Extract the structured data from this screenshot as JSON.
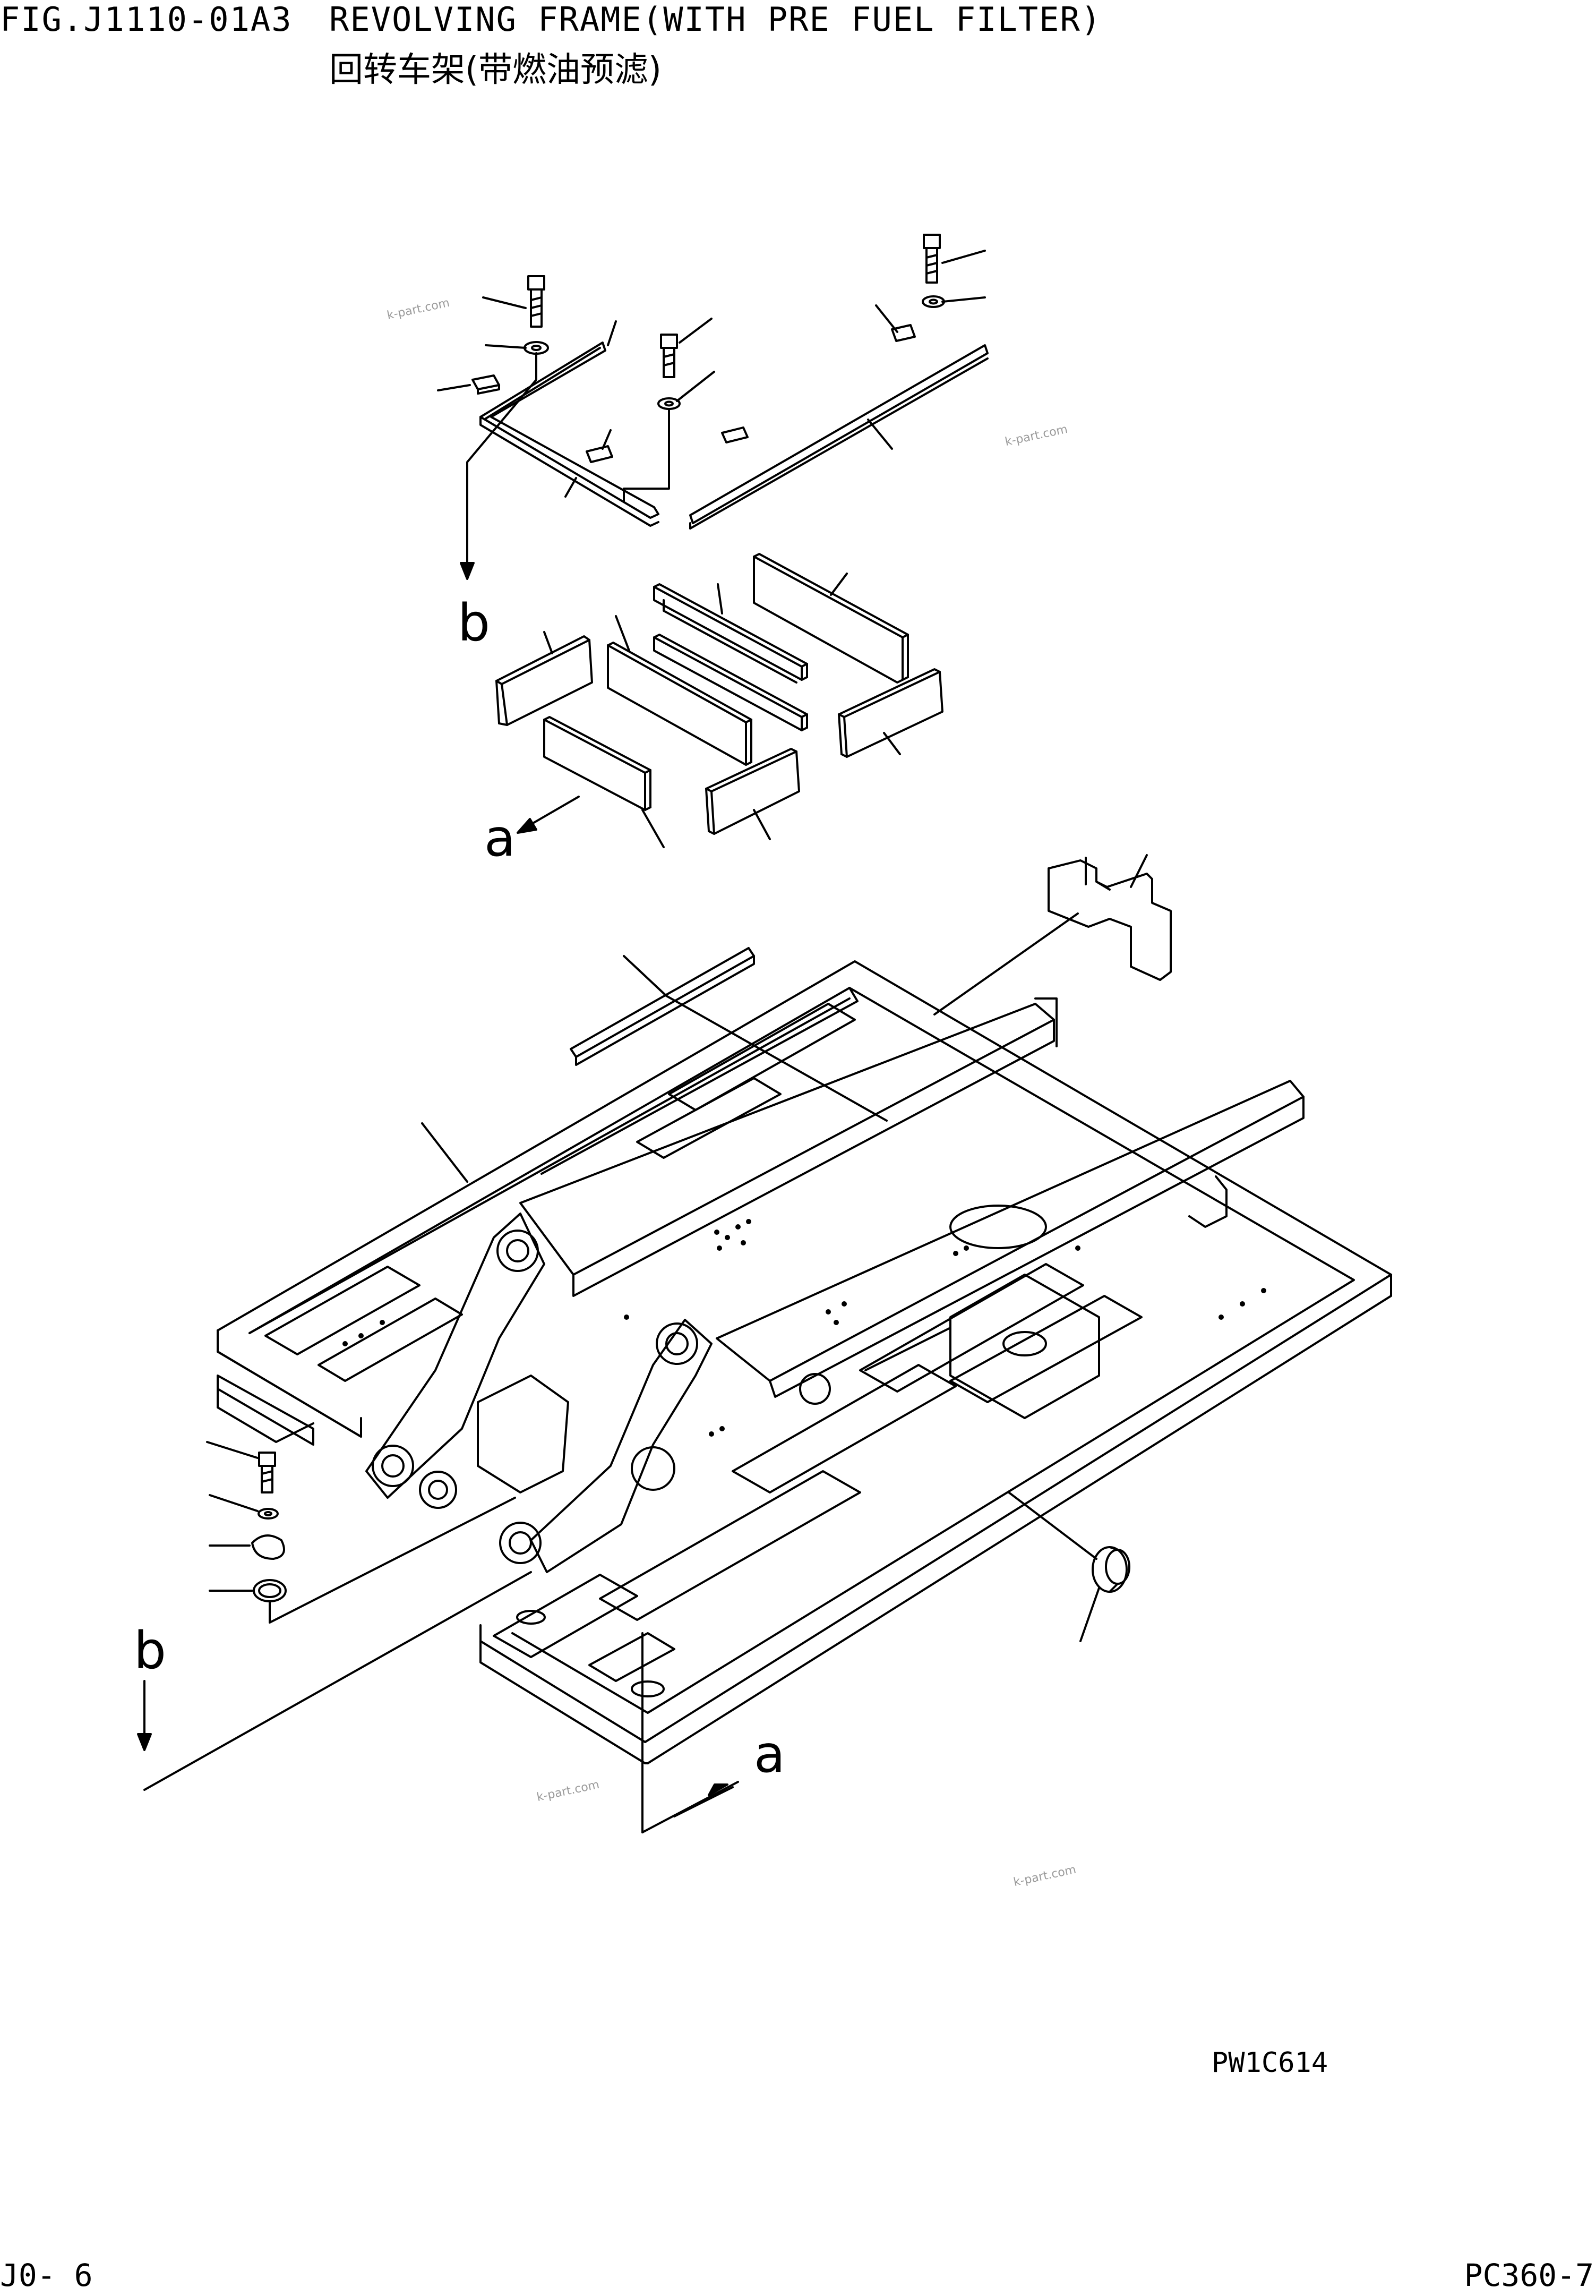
{
  "header": {
    "fig_code": "FIG.J1110-01A3",
    "title_en": "REVOLVING FRAME(WITH PRE FUEL FILTER)",
    "title_cn": "回转车架(带燃油预滤)"
  },
  "drawing_id": "PW1C614",
  "footer": {
    "page": "J0- 6",
    "model": "PC360-7"
  },
  "callouts": {
    "a": "a",
    "b": "b"
  },
  "watermark": "k-part.com"
}
